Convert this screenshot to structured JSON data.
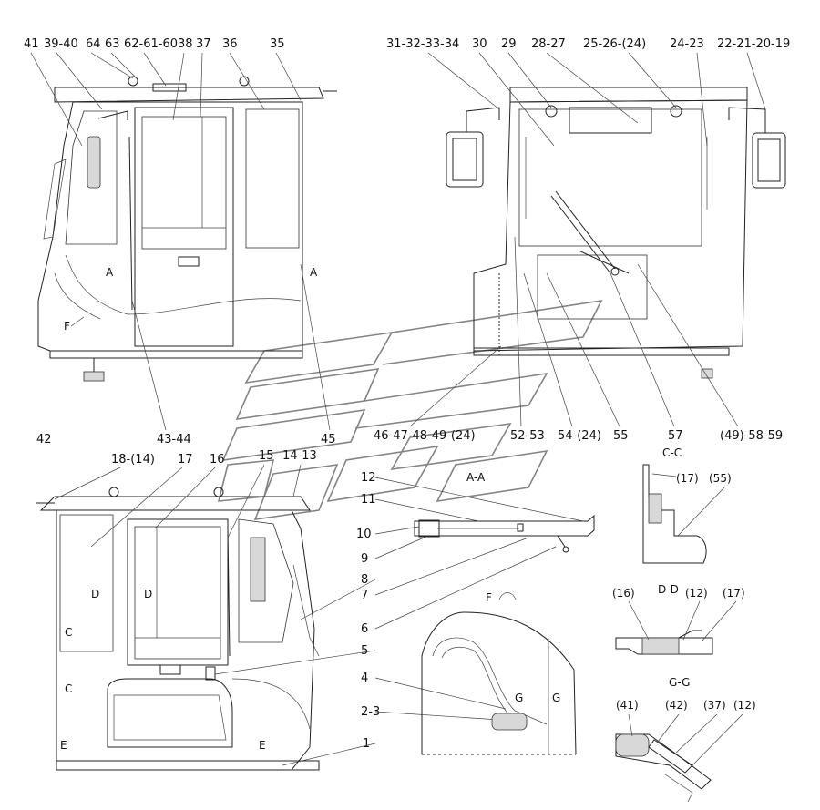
{
  "front_view": {
    "top_labels": [
      "41",
      "39-40",
      "64",
      "63",
      "62-61-60",
      "38",
      "37",
      "36",
      "35"
    ],
    "bottom_labels": [
      "42",
      "43-44",
      "45"
    ],
    "marks": [
      "A",
      "A",
      "F"
    ]
  },
  "rear_view": {
    "top_labels": [
      "31-32-33-34",
      "30",
      "29",
      "28-27",
      "25-26-(24)",
      "24-23",
      "22-21-20-19"
    ],
    "bottom_labels": [
      "46-47-48-49-(24)",
      "52-53",
      "54-(24)",
      "55",
      "57",
      "(49)-58-59"
    ]
  },
  "side_view": {
    "top_labels": [
      "18-(14)",
      "17",
      "16",
      "15",
      "14-13"
    ],
    "right_labels": [
      "12",
      "11",
      "10",
      "9",
      "8",
      "7",
      "6",
      "5",
      "4",
      "2-3",
      "1"
    ],
    "marks": [
      "D",
      "D",
      "C",
      "C",
      "E",
      "E"
    ]
  },
  "details": {
    "aa": {
      "title": "A-A"
    },
    "cc": {
      "title": "C-C",
      "labels": [
        "(17)",
        "(55)"
      ]
    },
    "dd": {
      "title": "D-D",
      "labels": [
        "(16)",
        "(12)",
        "(17)"
      ]
    },
    "f": {
      "title": "F",
      "marks": [
        "G",
        "G"
      ]
    },
    "gg": {
      "title": "G-G",
      "labels": [
        "(41)",
        "(42)",
        "(37)",
        "(12)"
      ]
    }
  }
}
